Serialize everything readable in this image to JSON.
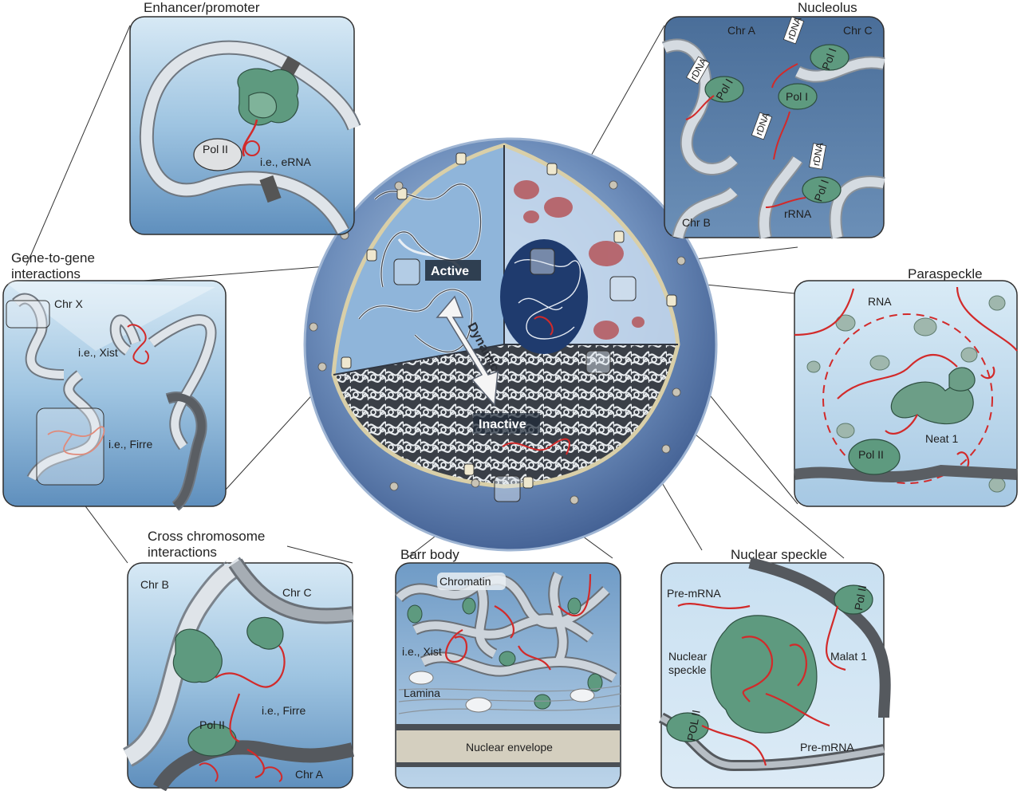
{
  "panels": {
    "enhancer": {
      "title": "Enhancer/promoter",
      "pol": "Pol II",
      "rna": "i.e., eRNA"
    },
    "nucleolus": {
      "title": "Nucleolus",
      "chr_a": "Chr A",
      "chr_b": "Chr B",
      "chr_c": "Chr C",
      "rdna": "rDNA",
      "pol": "Pol I",
      "rrna": "rRNA"
    },
    "gene": {
      "title_1": "Gene-to-gene",
      "title_2": "interactions",
      "chr": "Chr X",
      "xist": "i.e., Xist",
      "firre": "i.e., Firre"
    },
    "paraspeckle": {
      "title": "Paraspeckle",
      "rna": "RNA",
      "neat": "Neat 1",
      "pol": "Pol II"
    },
    "cross": {
      "title_1": "Cross chromosome",
      "title_2": "interactions",
      "chr_a": "Chr A",
      "chr_b": "Chr B",
      "chr_c": "Chr C",
      "firre": "i.e., Firre",
      "pol": "Pol II"
    },
    "barr": {
      "title": "Barr body",
      "chromatin": "Chromatin",
      "xist": "i.e., Xist",
      "lamina": "Lamina",
      "envelope": "Nuclear envelope"
    },
    "speckle": {
      "title": "Nuclear speckle",
      "pre_1": "Pre-mRNA",
      "pre_2": "Pre-mRNA",
      "speckle_1": "Nuclear",
      "speckle_2": "speckle",
      "malat": "Malat 1",
      "pol_1": "Pol II",
      "pol_2": "POL II"
    }
  },
  "nucleus": {
    "active": "Active",
    "dynamic": "Dynamic",
    "inactive": "Inactive"
  },
  "colors": {
    "protein": "#5e9a7f",
    "rna": "#d22a2a",
    "chromatin": "#c4ccd3",
    "dark_chromatin": "#5a5e63",
    "panel_bg": "#a9cbe4",
    "frame": "#2f2f2f"
  }
}
